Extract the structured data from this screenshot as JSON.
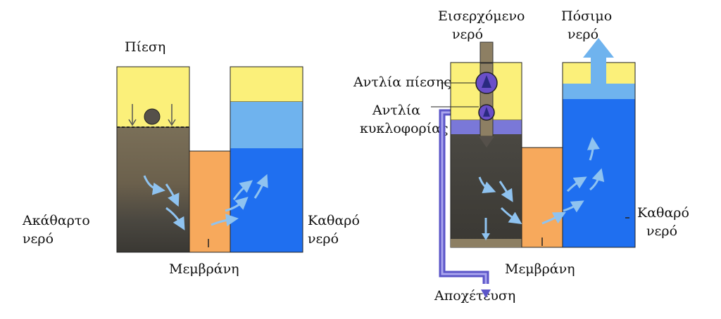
{
  "left_diagram": {
    "pressure_label": "Πίεση",
    "impure_water_label": [
      "Ακάθαρτο",
      "νερό"
    ],
    "clean_water_label": [
      "Καθαρό",
      "νερό"
    ],
    "membrane_label": "Μεμβράνη"
  },
  "right_diagram": {
    "incoming_water_label": [
      "Εισερχόμενο",
      "νερό"
    ],
    "drinking_water_label": [
      "Πόσιμο",
      "νερό"
    ],
    "pressure_pump_label": "Αντλία πίεσης",
    "circulation_pump_label": [
      "Αντλία",
      "κυκλοφορίας"
    ],
    "clean_water_label": [
      "Καθαρό",
      "νερό"
    ],
    "membrane_label": "Μεμβράνη",
    "drainage_label": "Αποχέτευση"
  },
  "colors": {
    "pressure_yellow": "#fbf07a",
    "clean_blue": "#1f6ff0",
    "light_blue": "#6fb3ee",
    "membrane_orange": "#f7a95c",
    "impure_dark": "#3a3833",
    "pipe_purple": "#5b55c8"
  }
}
